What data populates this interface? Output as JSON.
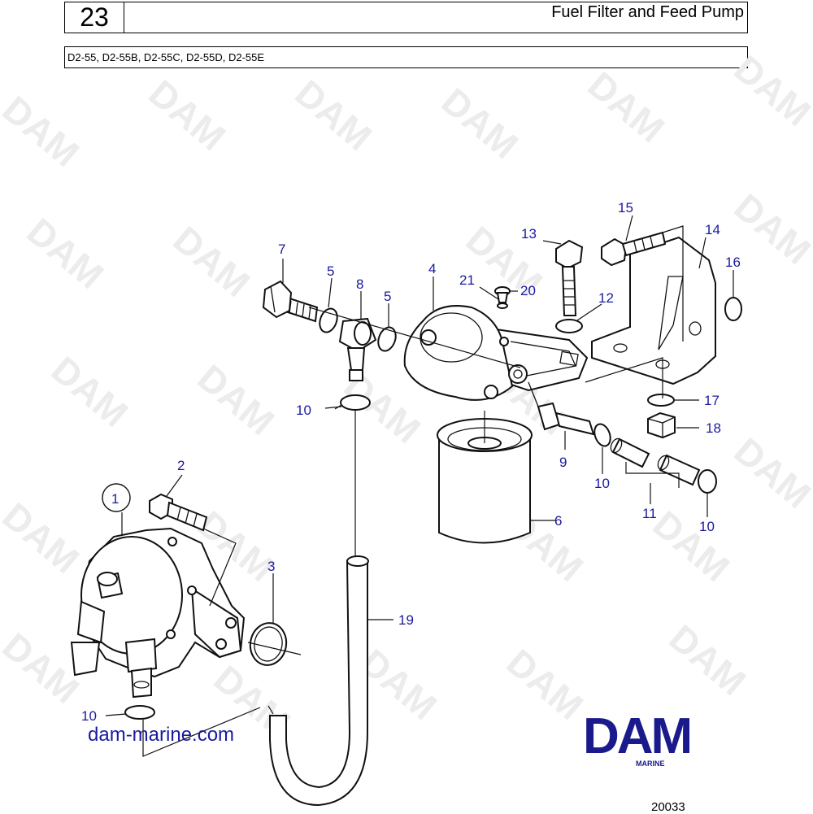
{
  "header": {
    "page_number": "23",
    "title": "Fuel Filter and Feed Pump",
    "models": "D2-55, D2-55B, D2-55C, D2-55D, D2-55E"
  },
  "watermark": "DAM",
  "callouts": {
    "c1": "1",
    "c2": "2",
    "c3": "3",
    "c4": "4",
    "c5a": "5",
    "c5b": "5",
    "c6": "6",
    "c7": "7",
    "c8": "8",
    "c9": "9",
    "c10a": "10",
    "c10b": "10",
    "c10c": "10",
    "c10d": "10",
    "c11": "11",
    "c12": "12",
    "c13": "13",
    "c14": "14",
    "c15": "15",
    "c16": "16",
    "c17": "17",
    "c18": "18",
    "c19": "19",
    "c20": "20",
    "c21": "21"
  },
  "footer": {
    "website": "dam-marine.com",
    "logo": "DAM",
    "logo_sub": "MARINE",
    "diagram_code": "20033"
  },
  "colors": {
    "callout": "#1a1aa0",
    "logo": "#1a1a8c",
    "watermark": "#ececec"
  }
}
